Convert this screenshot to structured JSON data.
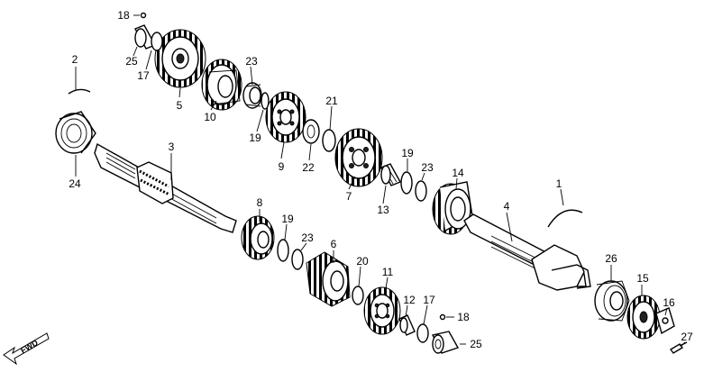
{
  "diagram": {
    "parts": {
      "p1": "1",
      "p2": "2",
      "p3": "3",
      "p4": "4",
      "p5": "5",
      "p6": "6",
      "p7": "7",
      "p8": "8",
      "p9": "9",
      "p10": "10",
      "p11": "11",
      "p12": "12",
      "p13": "13",
      "p14": "14",
      "p15": "15",
      "p16": "16",
      "p17a": "17",
      "p17b": "17",
      "p18a": "18",
      "p18b": "18",
      "p19a": "19",
      "p19b": "19",
      "p19c": "19",
      "p20": "20",
      "p21": "21",
      "p22": "22",
      "p23a": "23",
      "p23b": "23",
      "p23c": "23",
      "p24": "24",
      "p25a": "25",
      "p25b": "25",
      "p26": "26",
      "p27": "27"
    },
    "direction_marker": "FWD"
  }
}
